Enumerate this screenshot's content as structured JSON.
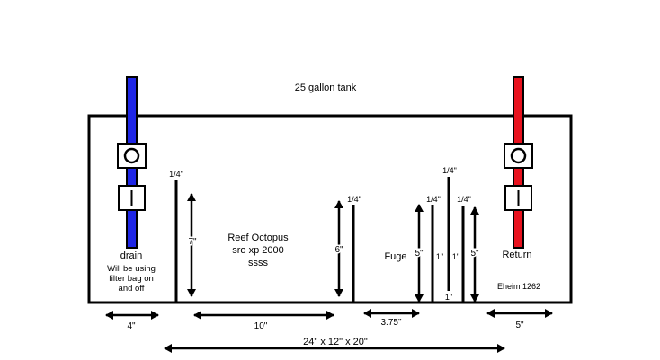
{
  "title": "25 gallon tank",
  "drain": {
    "label": "drain",
    "note_lines": [
      "Will be using",
      "filter bag on",
      "and off"
    ],
    "color": "#1f26e6"
  },
  "return": {
    "label": "Return",
    "pump": "Eheim 1262",
    "color": "#e8121e"
  },
  "skimmer": {
    "lines": [
      "Reef Octopus",
      "sro xp 2000",
      "ssss"
    ]
  },
  "fuge_label": "Fuge",
  "heights": {
    "baffle1": "7\"",
    "baffle2": "6\"",
    "fuge": "5\"",
    "return": "5\""
  },
  "thickness": {
    "b1": "1/4\"",
    "b2": "1/4\"",
    "b3": "1/4\"",
    "b4": "1/4\"",
    "b5": "1/4\""
  },
  "gaps": {
    "left": "1\"",
    "right": "1\"",
    "bottom": "1\""
  },
  "widths": {
    "drain": "4\"",
    "skimmer": "10\"",
    "fuge": "3.75\"",
    "return": "5\"",
    "overall": "24\" x 12\" x 20\""
  }
}
